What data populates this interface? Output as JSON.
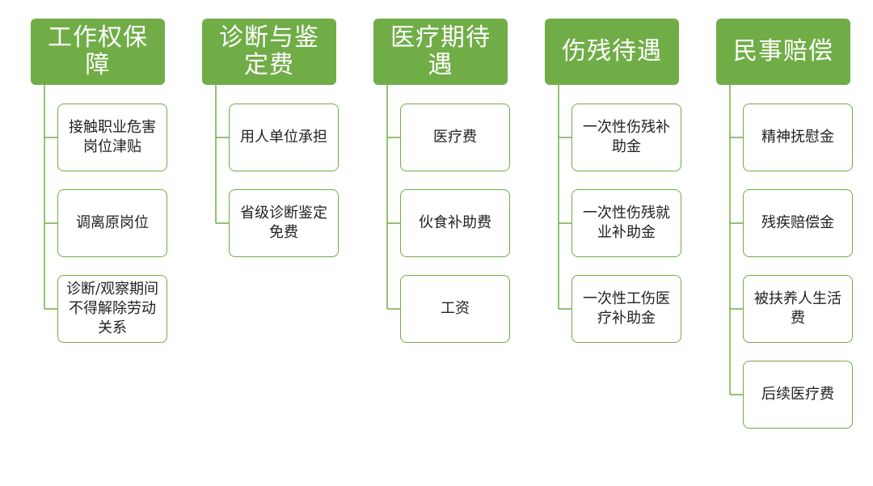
{
  "columns": [
    {
      "title": "工作权保障",
      "items": [
        "接触职业危害岗位津贴",
        "调离原岗位",
        "诊断/观察期间不得解除劳动关系"
      ]
    },
    {
      "title": "诊断与鉴定费",
      "items": [
        "用人单位承担",
        "省级诊断鉴定免费"
      ]
    },
    {
      "title": "医疗期待遇",
      "items": [
        "医疗费",
        "伙食补助费",
        "工资"
      ]
    },
    {
      "title": "伤残待遇",
      "items": [
        "一次性伤残补助金",
        "一次性伤残就业补助金",
        "一次性工伤医疗补助金"
      ]
    },
    {
      "title": "民事赔偿",
      "items": [
        "精神抚慰金",
        "残疾赔偿金",
        "被扶养人生活费",
        "后续医疗费"
      ]
    }
  ],
  "colors": {
    "accent": "#70ad47",
    "header_text": "#ffffff",
    "item_text": "#222222"
  }
}
